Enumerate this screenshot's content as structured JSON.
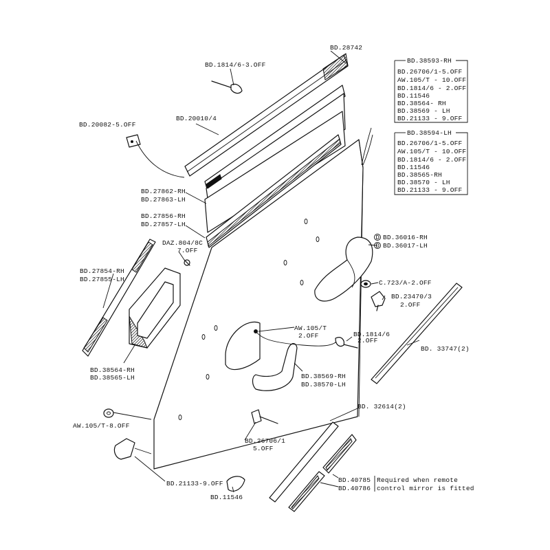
{
  "labels": {
    "bd28742": "BD.28742",
    "bd1814_6_3off": "BD.1814/6-3.OFF",
    "bd20010_4": "BD.20010/4",
    "bd20082_5off": "BD.20082-5.OFF",
    "bd27862_rh": "BD.27862-RH",
    "bd27863_lh": "BD.27863-LH",
    "bd27856_rh": "BD.27856-RH",
    "bd27857_lh": "BD.27857-LH",
    "daz804": "DAZ.804/8C",
    "daz804_qty": "7.OFF",
    "bd27854_rh": "BD.27854-RH",
    "bd27855_lh": "BD.27855-LH",
    "bd38564_rh": "BD.38564-RH",
    "bd38565_lh": "BD.38565-LH",
    "bd36016_rh": "BD.36016-RH",
    "bd36017_lh": "BD.36017-LH",
    "c723": "C.723/A-2.OFF",
    "bd23470": "BD.23470/3",
    "bd23470_qty": "2.OFF",
    "aw105_t": "AW.105/T",
    "aw105_t_qty": "2.OFF",
    "bd1814_6": "BD.1814/6",
    "bd1814_6_qty": "2.OFF",
    "bd33747": "BD. 33747(2)",
    "bd38569_rh": "BD.38569-RH",
    "bd38570_lh": "BD.38570-LH",
    "aw105_t_8off": "AW.105/T-8.OFF",
    "bd26706_1": "BD.26706/1",
    "bd26706_1_qty": "5.OFF",
    "bd32614": "BD. 32614(2)",
    "bd21133_9off": "BD.21133-9.OFF",
    "bd11546": "BD.11546",
    "bd40785": "BD.40785",
    "bd40786": "BD.40786",
    "remote_note_1": "Required when remote",
    "remote_note_2": "control mirror is fitted",
    "circle_marker": "D"
  },
  "kit_rh": {
    "title": "BD.38593-RH",
    "items": [
      "BD.26706/1-5.OFF",
      "AW.105/T - 10.OFF",
      "BD.1814/6 - 2.OFF",
      "BD.11546",
      "BD.38564- RH",
      "BD.38569 - LH",
      "BD.21133 - 9.OFF"
    ]
  },
  "kit_lh": {
    "title": "BD.38594-LH",
    "items": [
      "BD.26706/1-5.OFF",
      "AW.105/T - 10.OFF",
      "BD.1814/6 - 2.OFF",
      "BD.11546",
      "BD.38565-RH",
      "BD.38570 - LH",
      "BD.21133 - 9.OFF"
    ]
  }
}
